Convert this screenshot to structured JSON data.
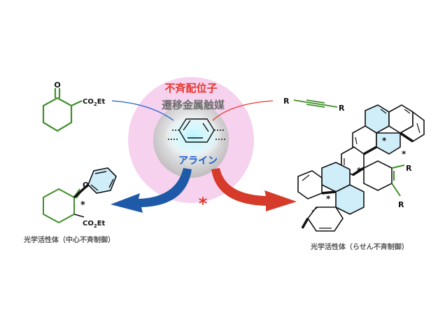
{
  "center": {
    "ligand_label": "不斉配位子",
    "catalyst_label": "遷移金属触媒",
    "aryne_label": "アライン",
    "asterisk": "*"
  },
  "left_reagent": {
    "substituent": "CO2Et",
    "co_text": "CO",
    "sub2": "2",
    "et_text": "Et",
    "o_label": "O"
  },
  "right_reagent": {
    "r1": "R",
    "r2": "R"
  },
  "left_product": {
    "o_label": "O",
    "ester_co": "CO",
    "ester_sub": "2",
    "ester_et": "Et",
    "stereo_mark": "*",
    "caption": "光学活性体（中心不斉制御）"
  },
  "right_product": {
    "r1": "R",
    "r2": "R",
    "stereo_marks": [
      "*",
      "*",
      "*",
      "*"
    ],
    "caption": "光学活性体（らせん不斉制御）"
  },
  "colors": {
    "ligand_red": "#e8352b",
    "catalyst_gray": "#6e6e6e",
    "aryne_blue": "#1a5fd0",
    "green": "#3f8f2a",
    "pink_ring": "#f6d2ef",
    "left_arrow": "#1e5aa8",
    "right_arrow": "#d63a2a",
    "helicene_fill": "#cfeefa"
  }
}
